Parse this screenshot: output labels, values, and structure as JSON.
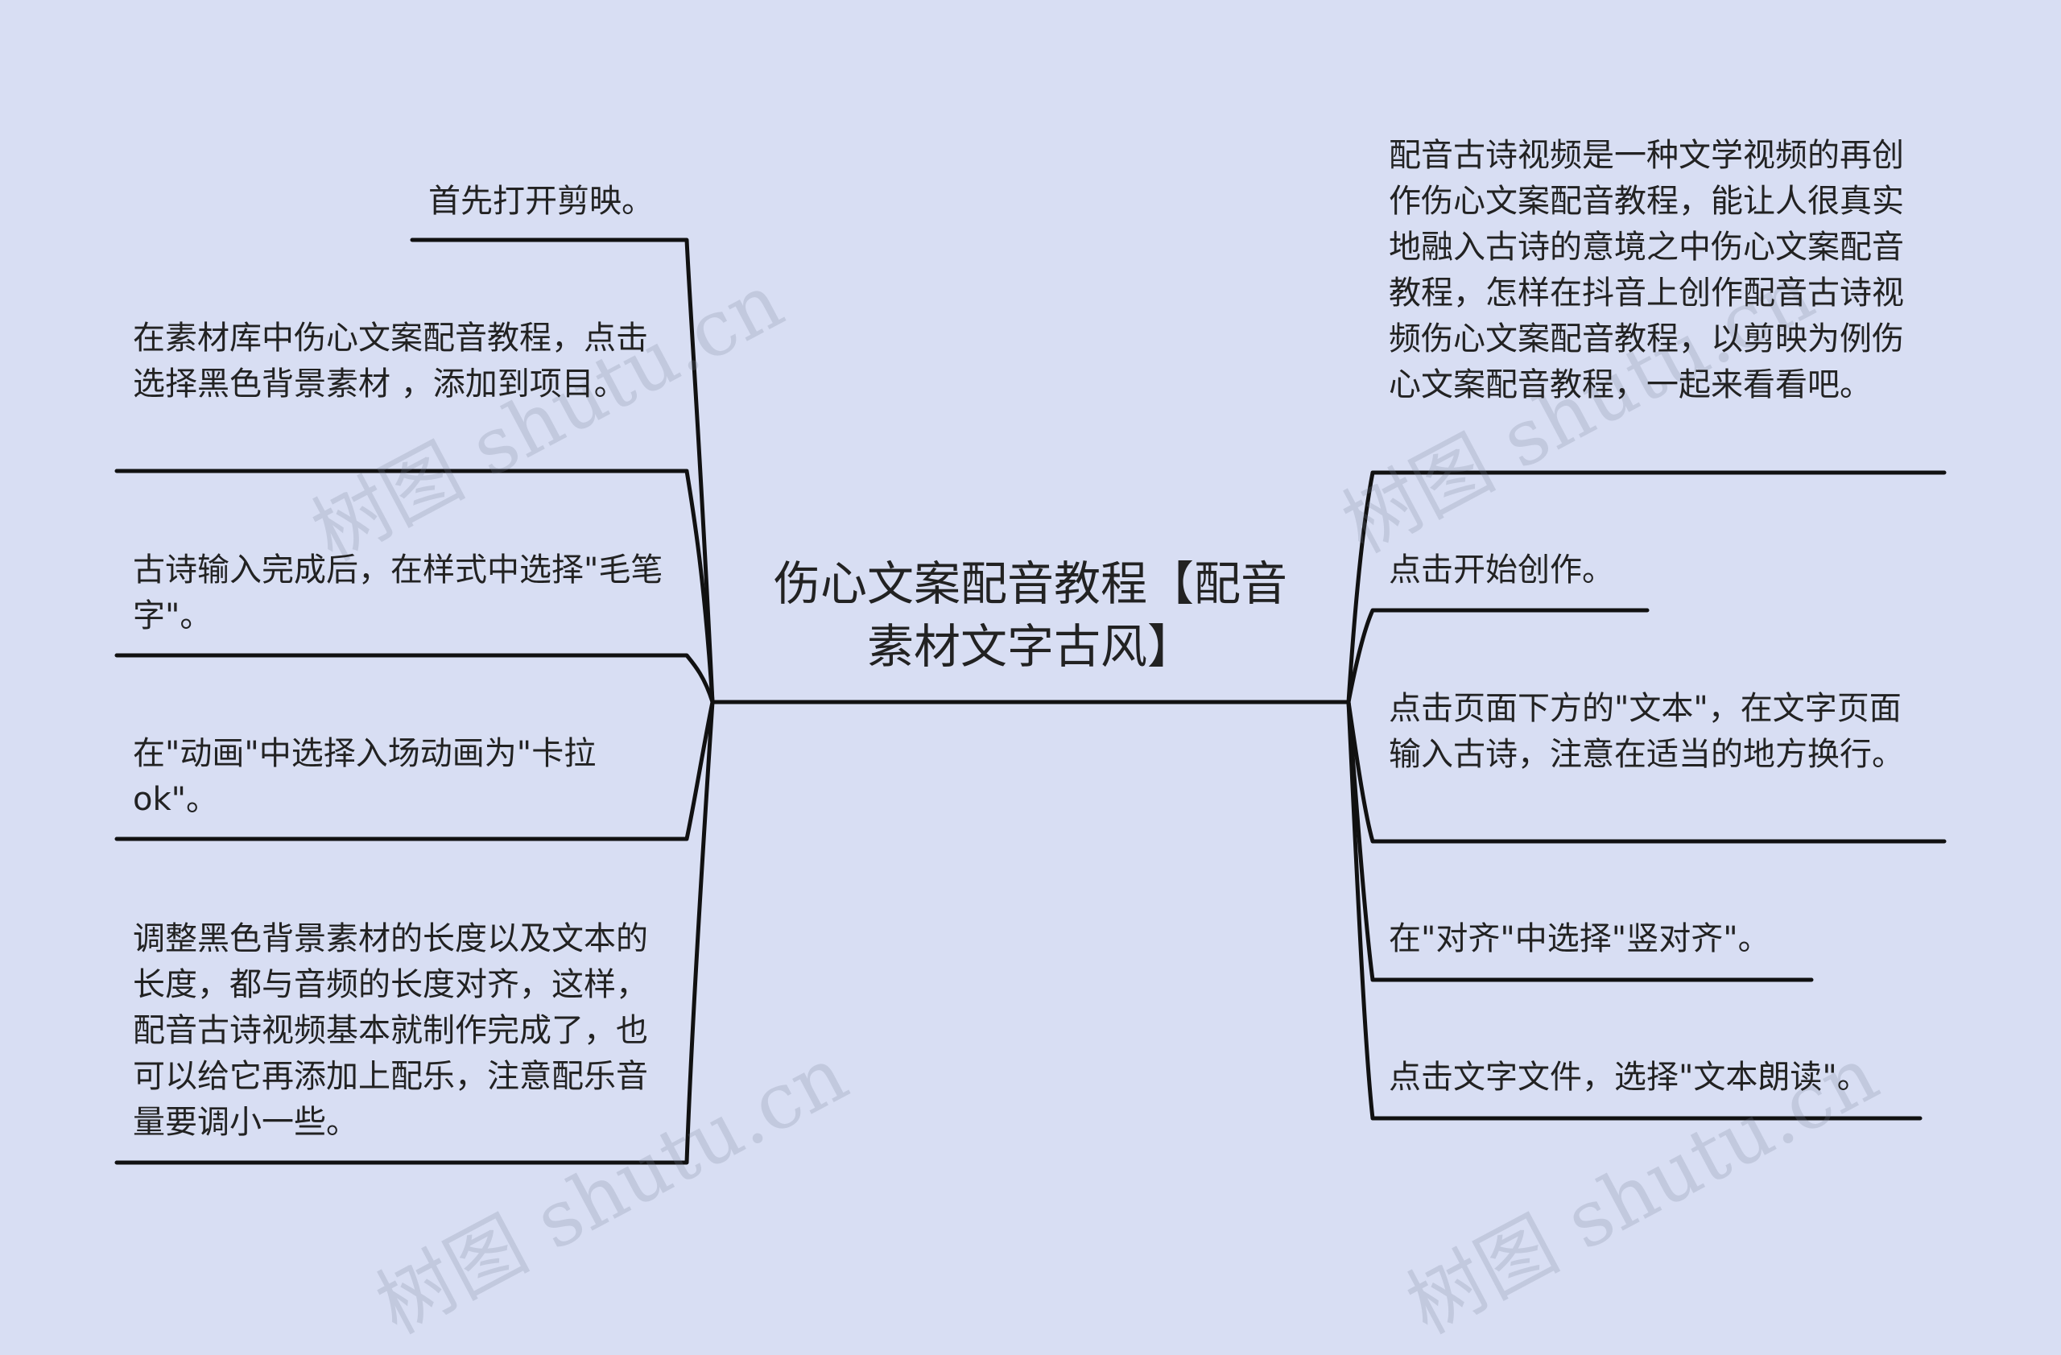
{
  "diagram": {
    "type": "mind-map",
    "colors": {
      "background": "#d8def3",
      "line": "#111111",
      "text": "#222222",
      "watermark": "#7a8096"
    },
    "root": {
      "text": "伤心文案配音教程【配音素材文字古风】"
    },
    "left_nodes": [
      {
        "id": "l1",
        "text": "首先打开剪映。"
      },
      {
        "id": "l2",
        "text": "在素材库中伤心文案配音教程，点击选择黑色背景素材 ，添加到项目。"
      },
      {
        "id": "l3",
        "text": "古诗输入完成后，在样式中选择\"毛笔字\"。"
      },
      {
        "id": "l4",
        "text": "在\"动画\"中选择入场动画为\"卡拉ok\"。"
      },
      {
        "id": "l5",
        "text": "调整黑色背景素材的长度以及文本的长度，都与音频的长度对齐，这样，配音古诗视频基本就制作完成了，也可以给它再添加上配乐，注意配乐音量要调小一些。"
      }
    ],
    "right_nodes": [
      {
        "id": "r1",
        "text": "配音古诗视频是一种文学视频的再创作伤心文案配音教程，能让人很真实地融入古诗的意境之中伤心文案配音教程，怎样在抖音上创作配音古诗视频伤心文案配音教程，以剪映为例伤心文案配音教程，一起来看看吧。"
      },
      {
        "id": "r2",
        "text": "点击开始创作。"
      },
      {
        "id": "r3",
        "text": "点击页面下方的\"文本\"，在文字页面输入古诗，注意在适当的地方换行。"
      },
      {
        "id": "r4",
        "text": "在\"对齐\"中选择\"竖对齐\"。"
      },
      {
        "id": "r5",
        "text": "点击文字文件，选择\"文本朗读\"。"
      }
    ]
  },
  "watermark": {
    "text": "树图 shutu.cn"
  }
}
